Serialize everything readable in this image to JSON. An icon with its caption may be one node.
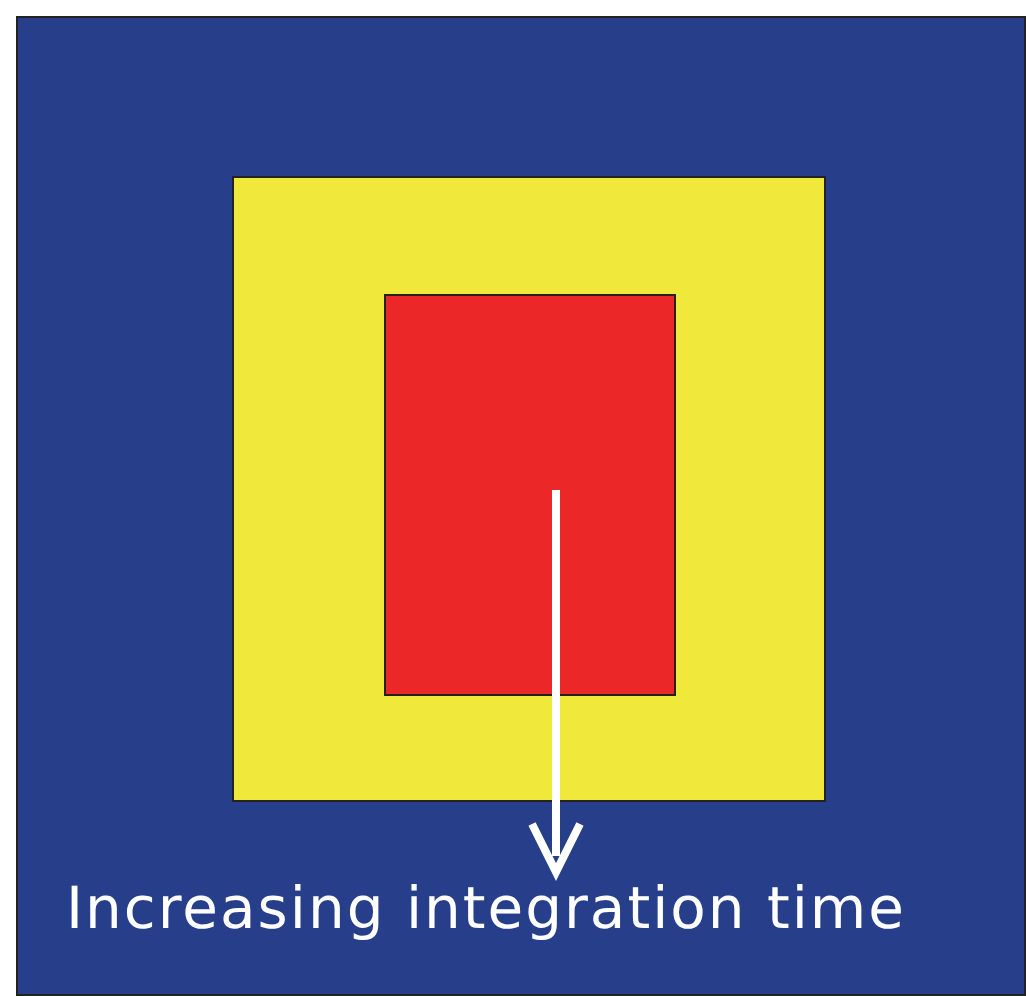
{
  "diagram": {
    "nodes": [
      {
        "text": [],
        "shape": "box"
      },
      {
        "text": [],
        "shape": "box",
        "in": 0
      },
      {
        "text": [],
        "shape": "box",
        "in": 1
      }
    ],
    "labels": [
      "Increasing integration time"
    ]
  }
}
